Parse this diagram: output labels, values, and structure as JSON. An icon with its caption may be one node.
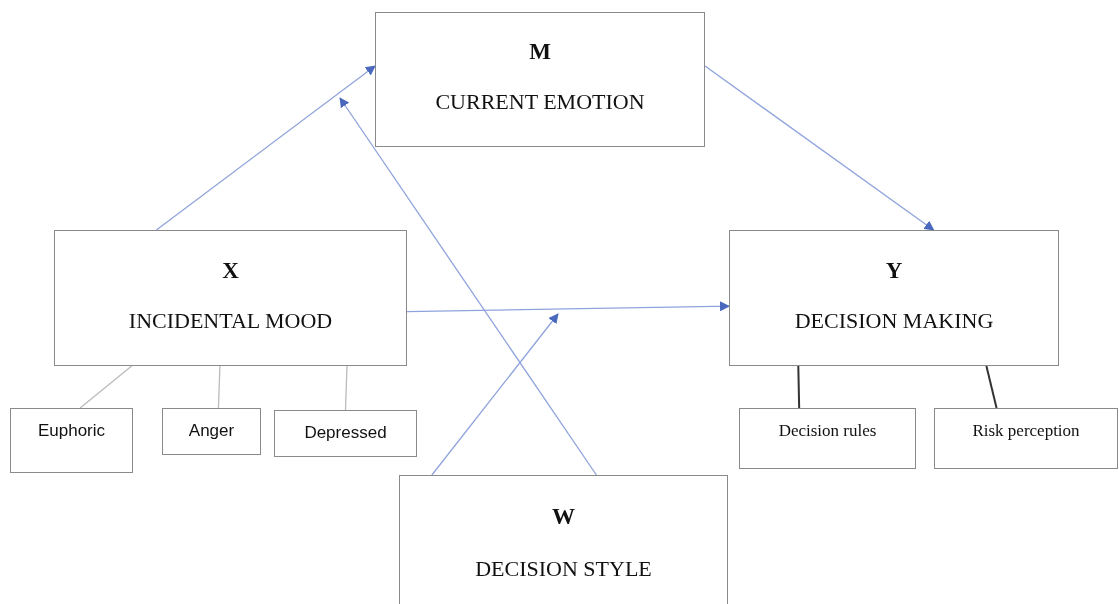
{
  "diagram": {
    "nodes": [
      {
        "text": [
          "M",
          "CURRENT EMOTION"
        ]
      },
      {
        "text": [
          "X",
          "INCIDENTAL MOOD"
        ]
      },
      {
        "text": [
          "Y",
          "DECISION MAKING"
        ]
      },
      {
        "text": [
          "Euphoric"
        ]
      },
      {
        "text": [
          "Anger"
        ]
      },
      {
        "text": [
          "Depressed"
        ]
      },
      {
        "text": [
          "Decision rules"
        ]
      },
      {
        "text": [
          "Risk perception"
        ]
      },
      {
        "text": [
          "W",
          "DECISION STYLE"
        ]
      }
    ],
    "edges": [
      {
        "from": 1,
        "to": 0,
        "arrow": "to"
      },
      {
        "from": 8,
        "to": null,
        "arrow": "to"
      },
      {
        "from": 0,
        "to": 2,
        "arrow": "to"
      },
      {
        "from": 1,
        "to": 2,
        "arrow": "to"
      },
      {
        "from": 8,
        "to": null,
        "arrow": "to"
      },
      {
        "from": 1,
        "to": 3,
        "arrow": "none",
        "color": "#bbbbbb"
      },
      {
        "from": 1,
        "to": 4,
        "arrow": "none",
        "color": "#bbbbbb"
      },
      {
        "from": 1,
        "to": 5,
        "arrow": "none",
        "color": "#bbbbbb"
      },
      {
        "from": 2,
        "to": 6,
        "arrow": "none",
        "color": "#333333"
      },
      {
        "from": 2,
        "to": 7,
        "arrow": "none",
        "color": "#333333"
      }
    ]
  }
}
